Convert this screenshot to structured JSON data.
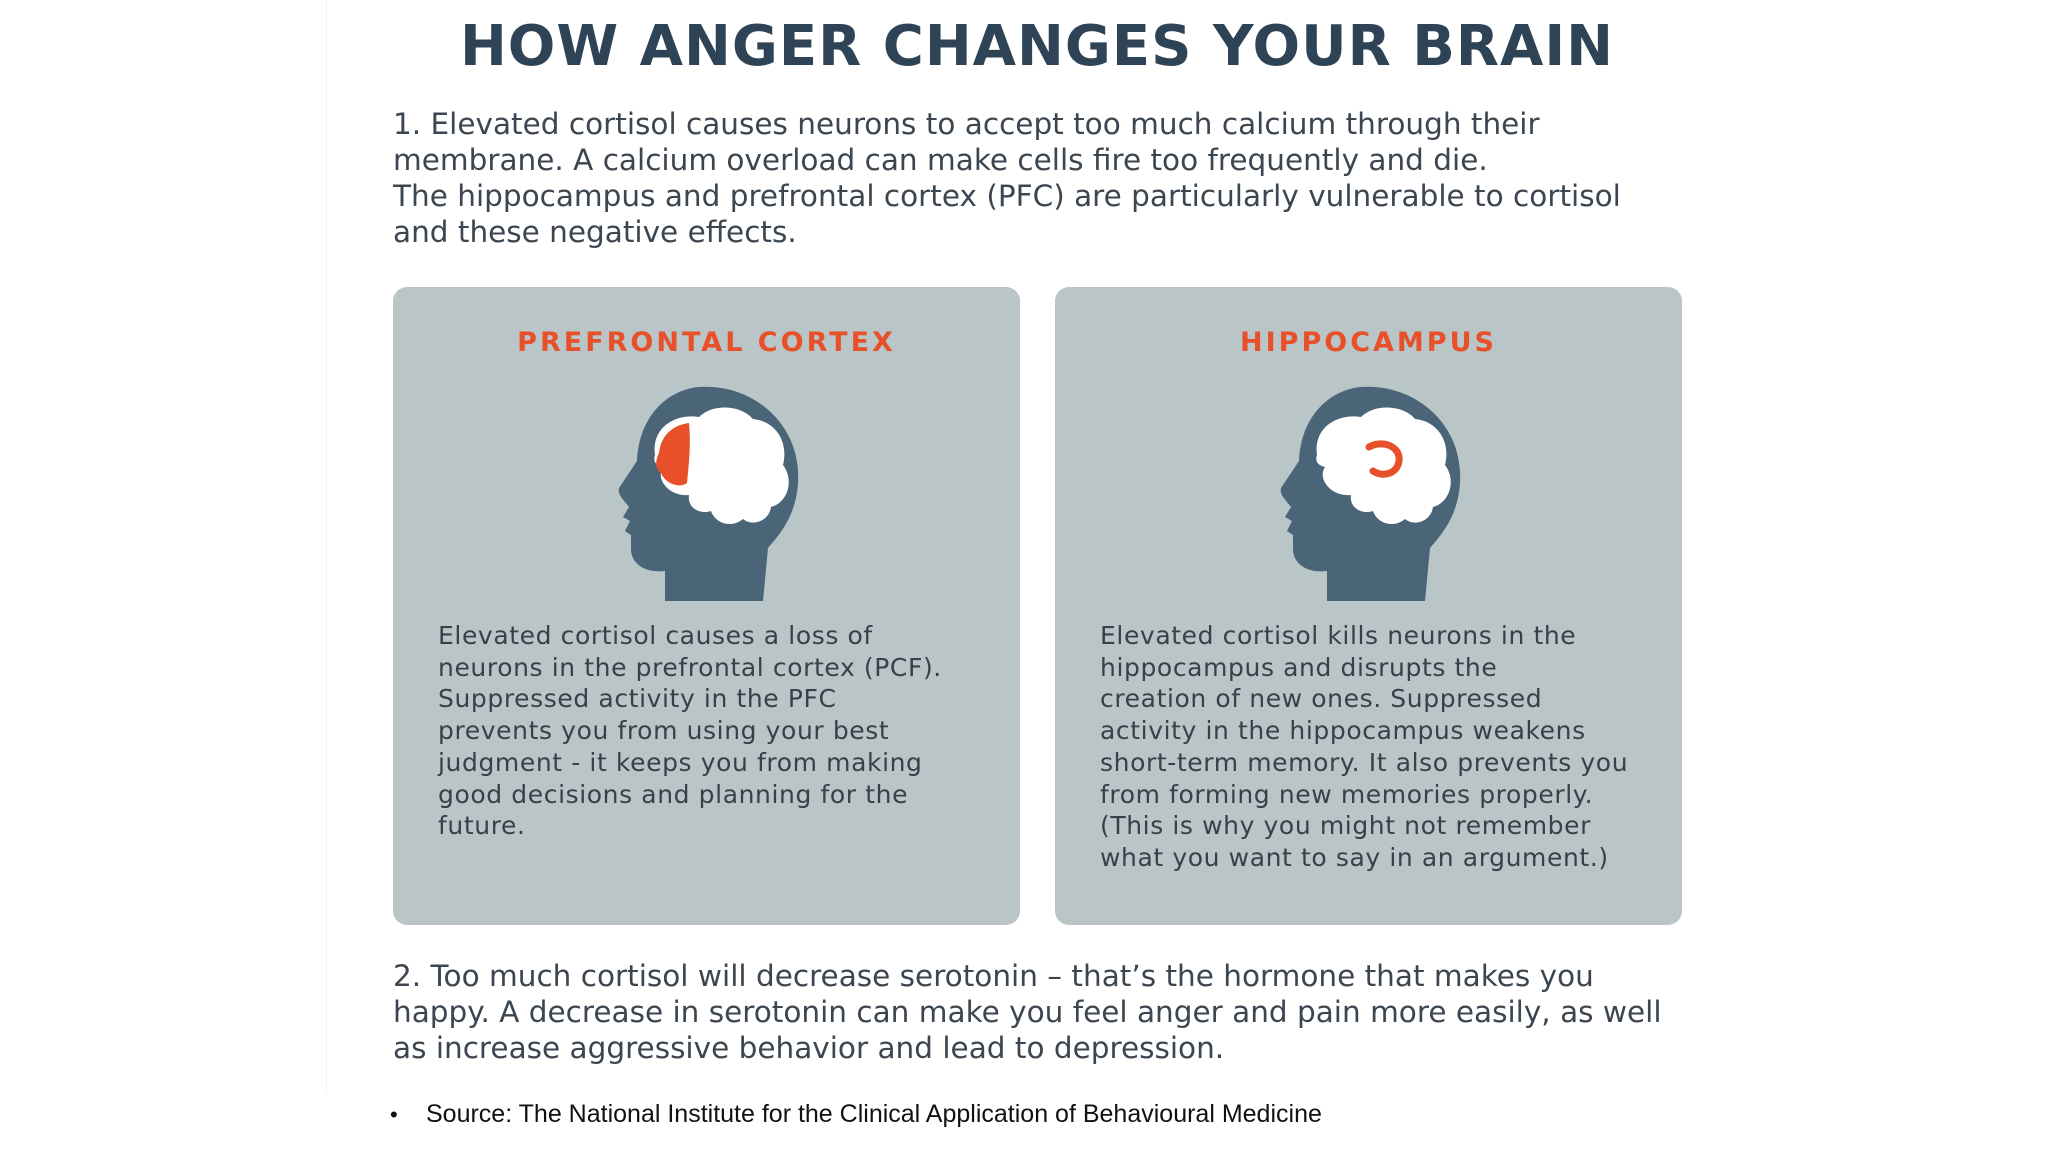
{
  "infographic": {
    "title": "HOW ANGER CHANGES YOUR BRAIN",
    "intro_lines": [
      "1. Elevated cortisol causes neurons to accept too much calcium through their",
      "membrane. A calcium overload can make cells fire too frequently and die.",
      "The hippocampus and prefrontal cortex (PFC) are particularly vulnerable to cortisol",
      "and these negative effects."
    ],
    "cards": [
      {
        "title": "PREFRONTAL CORTEX",
        "icon": "head-brain-prefrontal-highlight-icon",
        "text_lines": [
          "Elevated cortisol causes a loss of",
          "neurons in the prefrontal cortex (PCF).",
          "Suppressed activity in the PFC",
          "prevents you from using your best",
          "judgment - it keeps you from making",
          "good decisions and planning for the",
          "future."
        ]
      },
      {
        "title": "HIPPOCAMPUS",
        "icon": "head-brain-hippocampus-highlight-icon",
        "text_lines": [
          "Elevated cortisol kills neurons in the",
          "hippocampus and disrupts the",
          "creation of new ones. Suppressed",
          "activity in the hippocampus weakens",
          "short-term memory. It also prevents you",
          "from forming new memories properly.",
          "(This is why you might not remember",
          "what you want to say in an argument.)"
        ]
      }
    ],
    "outro_lines": [
      "2. Too much cortisol will decrease serotonin – that’s the hormone that makes you",
      "happy. A decrease in serotonin can make you feel anger and pain more easily, as well",
      "as increase aggressive behavior and lead to depression."
    ]
  },
  "source": {
    "bullet": "•",
    "text": "Source: The National Institute for the Clinical Application of Behavioural Medicine"
  },
  "colors": {
    "title": "#2e4356",
    "accent": "#e8502a",
    "card_bg": "#b9c5c7",
    "head": "#4a6478"
  }
}
